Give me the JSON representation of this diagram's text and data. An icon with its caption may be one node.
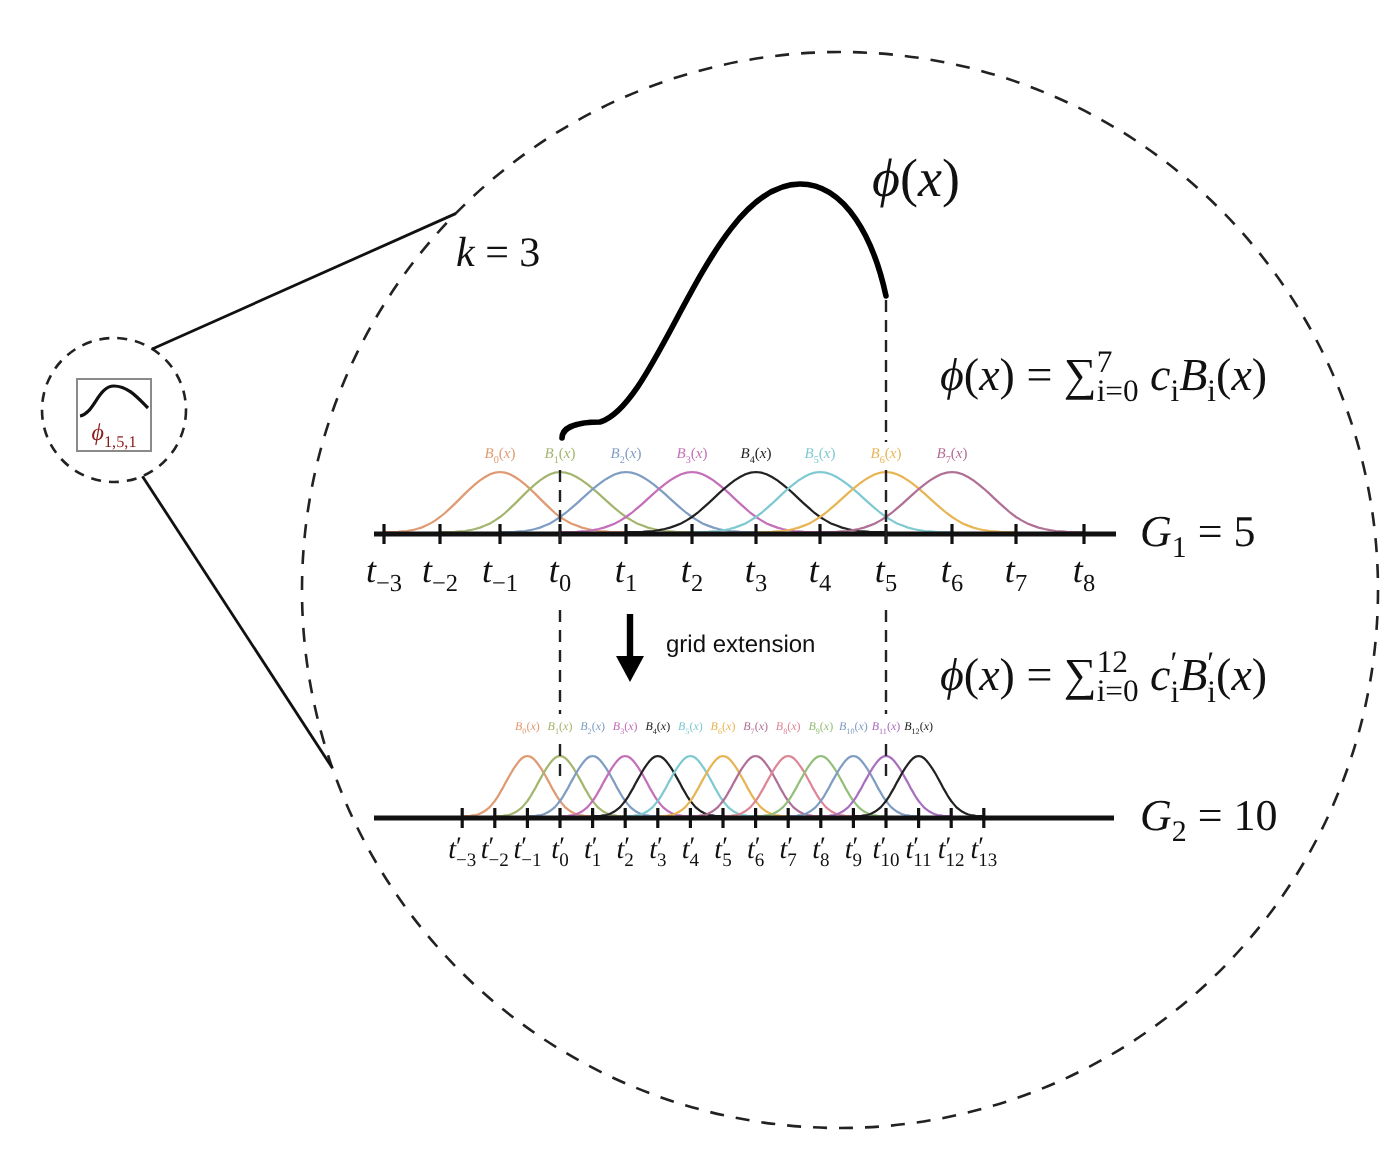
{
  "diagram": {
    "nodes": [
      {
        "text": [],
        "shape": "circle"
      },
      {
        "text": [
          "*ϕ*$_{1,5,1}$"
        ],
        "in": 0
      },
      {
        "text": [],
        "shape": "circle"
      }
    ],
    "edges": [
      {
        "from": 0,
        "to": 2,
        "arrow": "none"
      },
      {
        "from": 0,
        "to": 2,
        "arrow": "none"
      }
    ],
    "labels": [
      "*ϕ*(*x*)",
      "*k* = 3",
      "*ϕ*(*x*) = ∑$_{i=0}$$^{7}$ *c*$_{i}$*B*$_{i}$(*x*)",
      "*B*$_{0}$(*x*)",
      "*B*$_{1}$(*x*)",
      "*B*$_{2}$(*x*)",
      "*B*$_{3}$(*x*)",
      "*B*$_{4}$(*x*)",
      "*B*$_{5}$(*x*)",
      "*B*$_{6}$(*x*)",
      "*B*$_{7}$(*x*)",
      "*G*$_{1}$ = 5",
      "*t*$_{−3}$",
      "*t*$_{−2}$",
      "*t*$_{−1}$",
      "*t*$_{0}$",
      "*t*$_{1}$",
      "*t*$_{2}$",
      "*t*$_{3}$",
      "*t*$_{4}$",
      "*t*$_{5}$",
      "*t*$_{6}$",
      "*t*$_{7}$",
      "*t*$_{8}$",
      "grid extension",
      "*ϕ*(*x*) = ∑$_{i=0}$$^{12}$ *c*$^{′}$$_{i}$*B*$^{′}$$_{i}$(*x*)",
      "*B*$_{0}$(*x*)",
      "*B*$_{1}$(*x*)",
      "*B*$_{2}$(*x*)",
      "*B*$_{3}$(*x*)",
      "*B*$_{4}$(*x*)",
      "*B*$_{5}$(*x*)",
      "*B*$_{6}$(*x*)",
      "*B*$_{7}$(*x*)",
      "*B*$_{8}$(*x*)",
      "*B*$_{9}$(*x*)",
      "*B*$_{10}$(*x*)",
      "*B*$_{11}$(*x*)",
      "*B*$_{12}$(*x*)",
      "*G*$_{2}$ = 10",
      "*t*$^{′}$$_{−3}$",
      "*t*$^{′}$$_{−2}$",
      "*t*$^{′}$$_{−1}$",
      "*t*$^{′}$$_{0}$",
      "*t*$^{′}$$_{1}$",
      "*t*$^{′}$$_{2}$",
      "*t*$^{′}$$_{3}$",
      "*t*$^{′}$$_{4}$",
      "*t*$^{′}$$_{5}$",
      "*t*$^{′}$$_{6}$",
      "*t*$^{′}$$_{7}$",
      "*t*$^{′}$$_{8}$",
      "*t*$^{′}$$_{9}$",
      "*t*$^{′}$$_{10}$",
      "*t*$^{′}$$_{11}$",
      "*t*$^{′}$$_{12}$",
      "*t*$^{′}$$_{13}$"
    ]
  }
}
